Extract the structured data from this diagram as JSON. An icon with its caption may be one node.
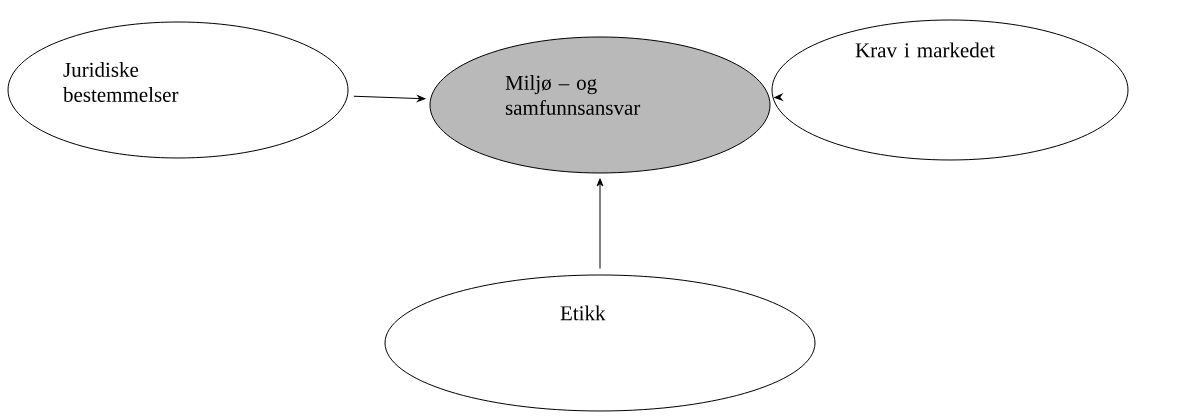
{
  "diagram": {
    "nodes": [
      {
        "text": [
          "Juridiske bestemmelser"
        ]
      },
      {
        "text": [
          "Miljø – og samfunnsansvar"
        ]
      },
      {
        "text": [
          "Krav i markedet"
        ]
      },
      {
        "text": [
          "Etikk"
        ]
      }
    ],
    "edges": [
      {
        "from": 0,
        "to": 1,
        "arrow": "to"
      },
      {
        "from": 2,
        "to": 1,
        "arrow": "to"
      },
      {
        "from": 3,
        "to": 1,
        "arrow": "to"
      }
    ]
  }
}
